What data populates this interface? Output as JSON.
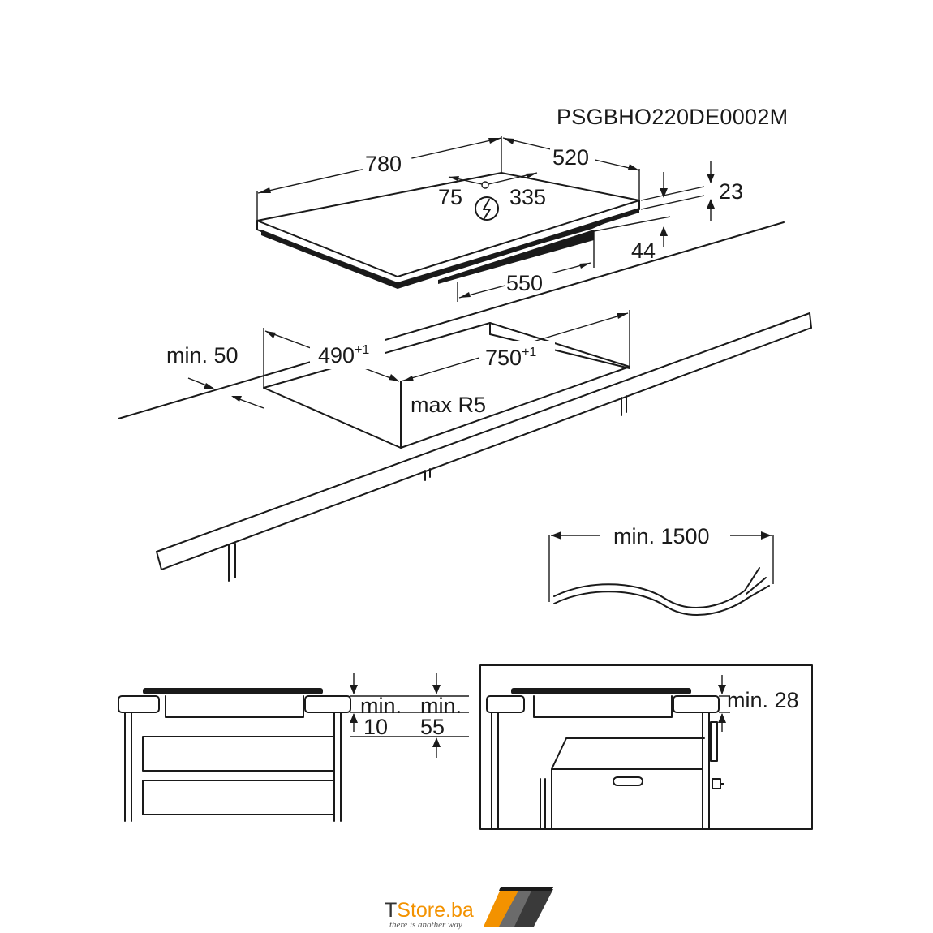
{
  "model_code": "PSGBHO220DE0002M",
  "hob_dimensions": {
    "width": "780",
    "depth": "520",
    "thickness": "23",
    "depth_below": "44",
    "bottom_width": "550",
    "cable_left": "75",
    "cable_right": "335"
  },
  "cutout": {
    "depth": "490",
    "depth_tol": "+1",
    "width": "750",
    "width_tol": "+1",
    "front_margin": "min. 50",
    "corner_radius": "max R5"
  },
  "cable": {
    "length": "min. 1500"
  },
  "section_drawer": {
    "gap_label": "min.",
    "gap_value": "10",
    "clear_label": "min.",
    "clear_value": "55"
  },
  "section_oven": {
    "clear": "min. 28"
  },
  "logo": {
    "t": "T",
    "store": "Store.ba",
    "tagline": "there is another way",
    "accent_color": "#f39200"
  },
  "icons": [
    "electric-hazard-icon",
    "tstore-stripes-logo-icon"
  ]
}
